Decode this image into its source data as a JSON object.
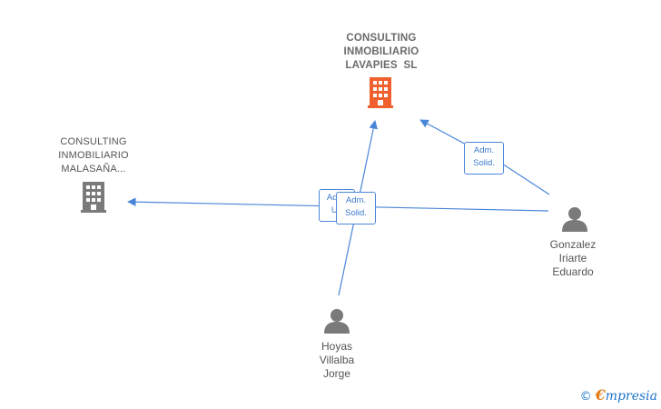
{
  "nodes": {
    "lavapies": {
      "kind": "company",
      "lines": [
        "CONSULTING",
        "INMOBILIARIO",
        "LAVAPIES  SL"
      ],
      "color": "#f0602c"
    },
    "malasana": {
      "kind": "company",
      "lines": [
        "CONSULTING",
        "INMOBILIARIO",
        "MALASAÑA..."
      ],
      "color": "#7a7a7a"
    },
    "gonzalez": {
      "kind": "person",
      "lines": [
        "Gonzalez",
        "Iriarte",
        "Eduardo"
      ],
      "color": "#7a7a7a"
    },
    "hoyas": {
      "kind": "person",
      "lines": [
        "Hoyas",
        "Villalba",
        "Jorge"
      ],
      "color": "#7a7a7a"
    }
  },
  "edges": [
    {
      "from": "gonzalez",
      "to": "lavapies",
      "label": [
        "Adm.",
        "Solid."
      ]
    },
    {
      "from": "gonzalez",
      "to": "malasana",
      "label": [
        "Adm.",
        "Un"
      ]
    },
    {
      "from": "hoyas",
      "to": "lavapies",
      "label": [
        "Adm.",
        "Solid."
      ]
    }
  ],
  "edge_color": "#4a86d8",
  "brand": {
    "copyright": "©",
    "e": "€",
    "rest": "mpresia"
  }
}
